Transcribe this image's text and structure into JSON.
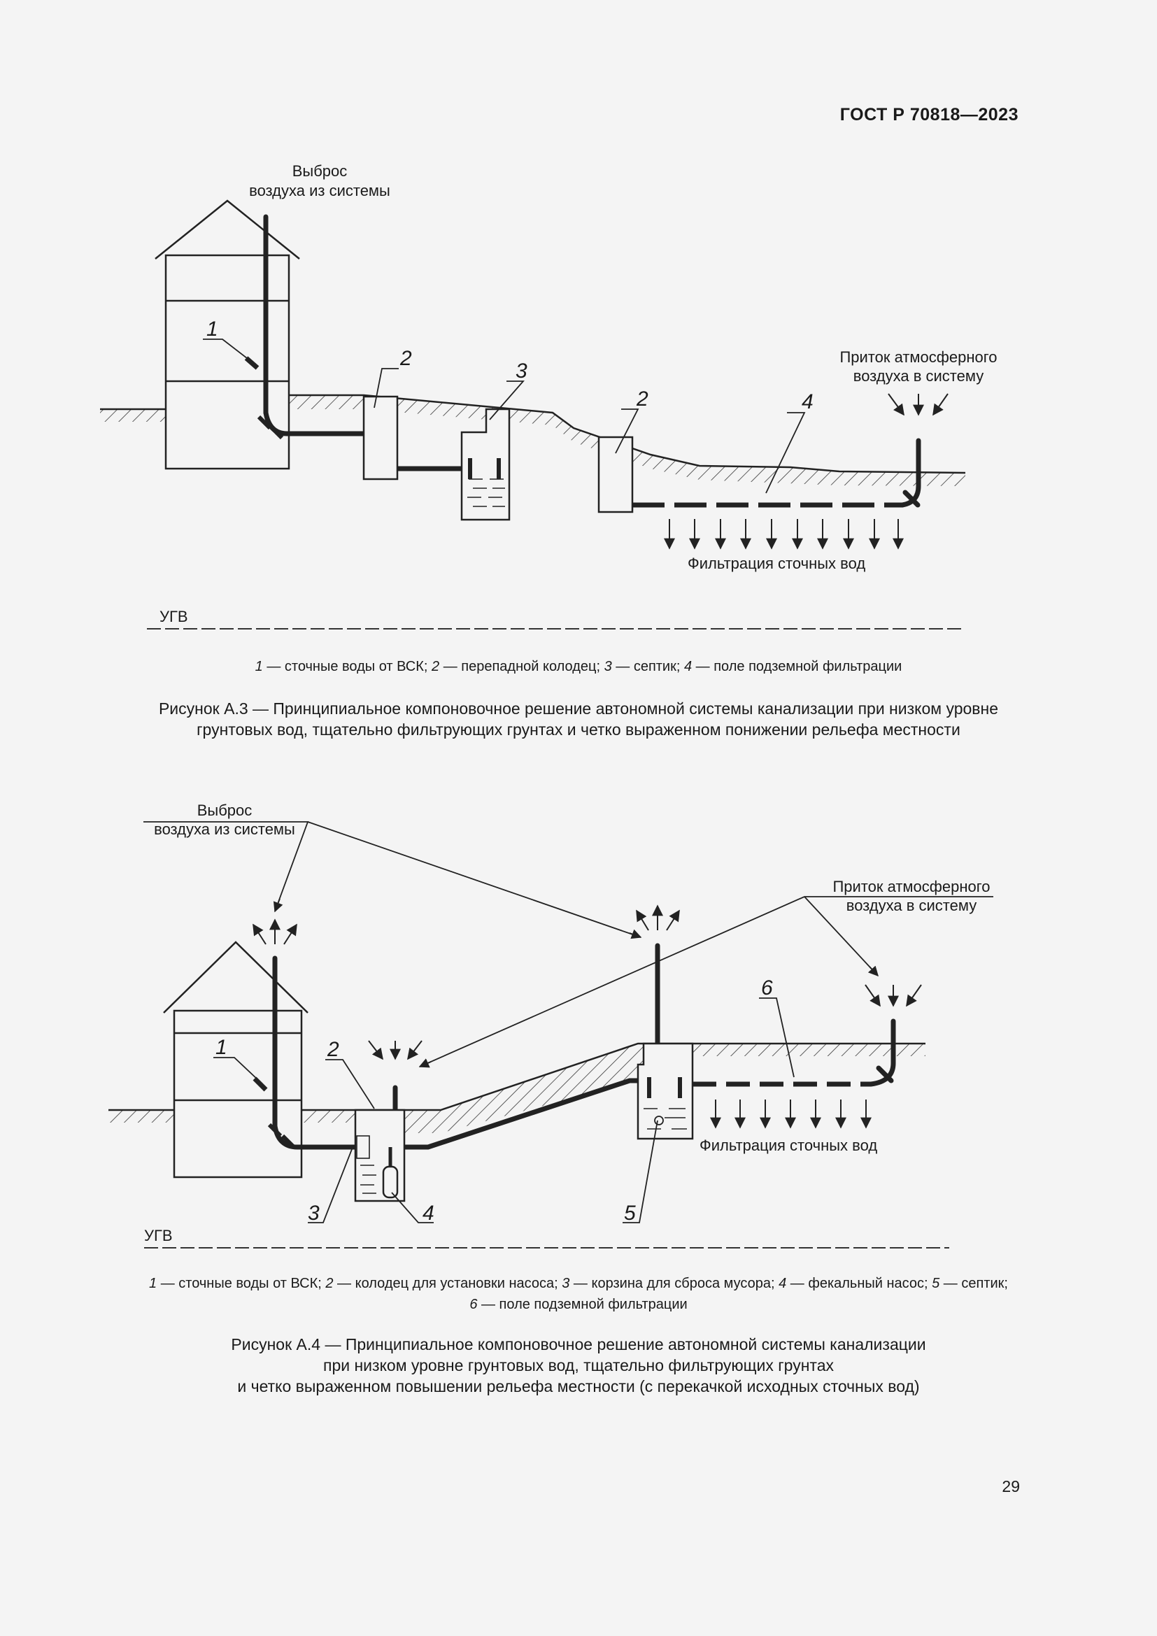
{
  "header": {
    "doc_code": "ГОСТ Р 70818—2023"
  },
  "figure_a3": {
    "label_air_out": [
      "Выброс",
      "воздуха из системы"
    ],
    "label_air_in": [
      "Приток атмосферного",
      "воздуха в систему"
    ],
    "label_filtration": "Фильтрация сточных вод",
    "label_ugv": "УГВ",
    "numbers": [
      "1",
      "2",
      "3",
      "2",
      "4"
    ],
    "legend": [
      {
        "n": "1",
        "t": " — сточные воды от ВСК; "
      },
      {
        "n": "2",
        "t": " — перепадной колодец; "
      },
      {
        "n": "3",
        "t": " — септик; "
      },
      {
        "n": "4",
        "t": " — поле подземной фильтрации"
      }
    ],
    "caption": [
      "Рисунок А.3 — Принципиальное компоновочное решение автономной системы канализации при низком уровне",
      "грунтовых вод, тщательно фильтрующих грунтах и четко выраженном понижении рельефа местности"
    ]
  },
  "figure_a4": {
    "label_air_out": [
      "Выброс",
      "воздуха из системы"
    ],
    "label_air_in": [
      "Приток атмосферного",
      "воздуха в систему"
    ],
    "label_filtration": "Фильтрация сточных вод",
    "label_ugv": "УГВ",
    "numbers": [
      "1",
      "2",
      "6",
      "3",
      "4",
      "5"
    ],
    "legend_line1": [
      {
        "n": "1",
        "t": " — сточные воды от ВСК; "
      },
      {
        "n": "2",
        "t": " — колодец для установки насоса; "
      },
      {
        "n": "3",
        "t": " — корзина для сброса мусора; "
      },
      {
        "n": "4",
        "t": " — фекальный насос; "
      },
      {
        "n": "5",
        "t": " — септик;"
      }
    ],
    "legend_line2": [
      {
        "n": "6",
        "t": " — поле подземной фильтрации"
      }
    ],
    "caption": [
      "Рисунок А.4 — Принципиальное компоновочное решение автономной системы канализации",
      "при низком уровне грунтовых вод, тщательно фильтрующих грунтах",
      "и четко выраженном повышении рельефа местности (с перекачкой исходных сточных вод)"
    ]
  },
  "footer": {
    "page_number": "29"
  }
}
